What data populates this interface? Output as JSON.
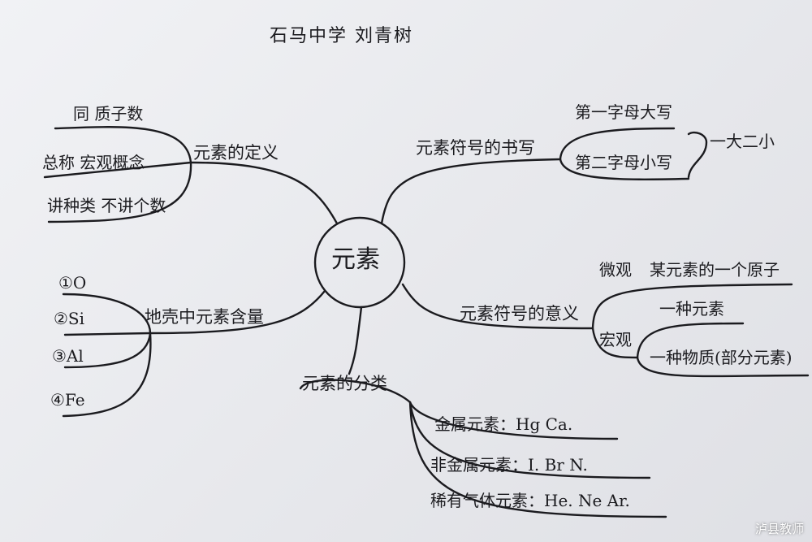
{
  "title": "石马中学 刘青树",
  "center": "元素",
  "branches": {
    "definition": {
      "label": "元素的定义",
      "items": [
        "同 质子数",
        "总称 宏观概念",
        "讲种类 不讲个数"
      ]
    },
    "symbol_writing": {
      "label": "元素符号的书写",
      "items": [
        "第一字母大写",
        "第二字母小写"
      ],
      "note": "一大二小"
    },
    "symbol_meaning": {
      "label": "元素符号的意义",
      "micro": {
        "label": "微观",
        "text": "某元素的一个原子"
      },
      "macro": {
        "label": "宏观",
        "items": [
          "一种元素",
          "一种物质(部分元素)"
        ]
      }
    },
    "crust": {
      "label": "地壳中元素含量",
      "items": [
        "①O",
        "②Si",
        "③Al",
        "④Fe"
      ]
    },
    "classification": {
      "label": "元素的分类",
      "items": [
        "金属元素：Hg Ca.",
        "非金属元素：I. Br N.",
        "稀有气体元素：He. Ne Ar."
      ]
    }
  },
  "watermark": "泸县教师"
}
